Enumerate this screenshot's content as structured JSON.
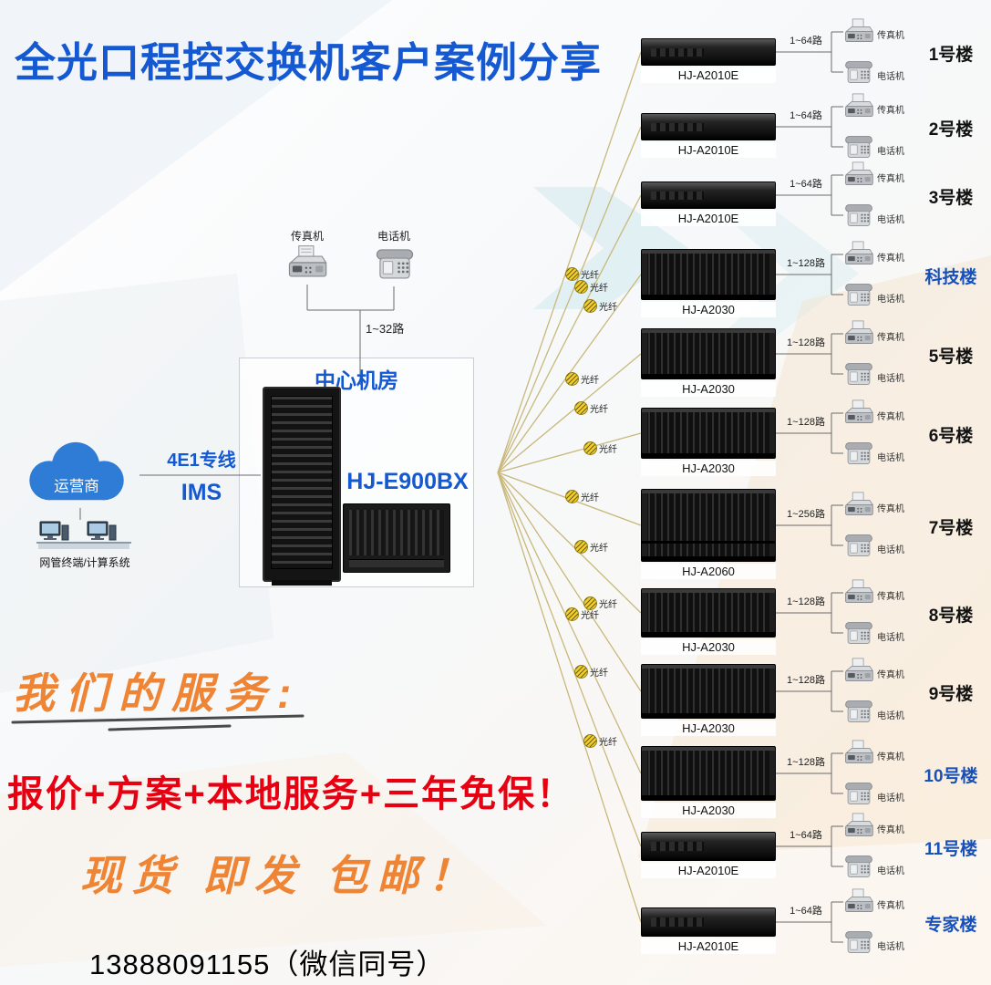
{
  "title": "全光口程控交换机客户案例分享",
  "colors": {
    "title_blue": "#1559d2",
    "promo_red": "#e60012",
    "calligraphy_orange": "#ee8434",
    "building_blue": "#1650b8"
  },
  "operator": {
    "cloud_label": "运营商",
    "link_line1": "4E1专线",
    "link_line2": "IMS",
    "terminal_label": "网管终端/计算系统"
  },
  "central": {
    "room_label": "中心机房",
    "switch_model": "HJ-E900BX",
    "fax_label": "传真机",
    "phone_label": "电话机",
    "capacity": "1~32路"
  },
  "fiber_label": "光纤",
  "endpoint_labels": {
    "fax": "传真机",
    "phone": "电话机"
  },
  "buildings": [
    {
      "model": "HJ-A2010E",
      "capacity": "1~64路",
      "building": "1号楼",
      "highlight": false,
      "size": "small"
    },
    {
      "model": "HJ-A2010E",
      "capacity": "1~64路",
      "building": "2号楼",
      "highlight": false,
      "size": "small"
    },
    {
      "model": "HJ-A2010E",
      "capacity": "1~64路",
      "building": "3号楼",
      "highlight": false,
      "size": "small"
    },
    {
      "model": "HJ-A2030",
      "capacity": "1~128路",
      "building": "科技楼",
      "highlight": true,
      "size": "medium"
    },
    {
      "model": "HJ-A2030",
      "capacity": "1~128路",
      "building": "5号楼",
      "highlight": false,
      "size": "medium"
    },
    {
      "model": "HJ-A2030",
      "capacity": "1~128路",
      "building": "6号楼",
      "highlight": false,
      "size": "medium"
    },
    {
      "model": "HJ-A2060",
      "capacity": "1~256路",
      "building": "7号楼",
      "highlight": false,
      "size": "large"
    },
    {
      "model": "HJ-A2030",
      "capacity": "1~128路",
      "building": "8号楼",
      "highlight": false,
      "size": "medium"
    },
    {
      "model": "HJ-A2030",
      "capacity": "1~128路",
      "building": "9号楼",
      "highlight": false,
      "size": "medium"
    },
    {
      "model": "HJ-A2030",
      "capacity": "1~128路",
      "building": "10号楼",
      "highlight": true,
      "size": "medium"
    },
    {
      "model": "HJ-A2010E",
      "capacity": "1~64路",
      "building": "11号楼",
      "highlight": true,
      "size": "small"
    },
    {
      "model": "HJ-A2010E",
      "capacity": "1~64路",
      "building": "专家楼",
      "highlight": true,
      "size": "small"
    }
  ],
  "footer": {
    "service_heading": "我们的服务:",
    "promo_line": "报价+方案+本地服务+三年免保！",
    "stock_line": "现货 即发 包邮！",
    "contact": "13888091155（微信同号）"
  }
}
